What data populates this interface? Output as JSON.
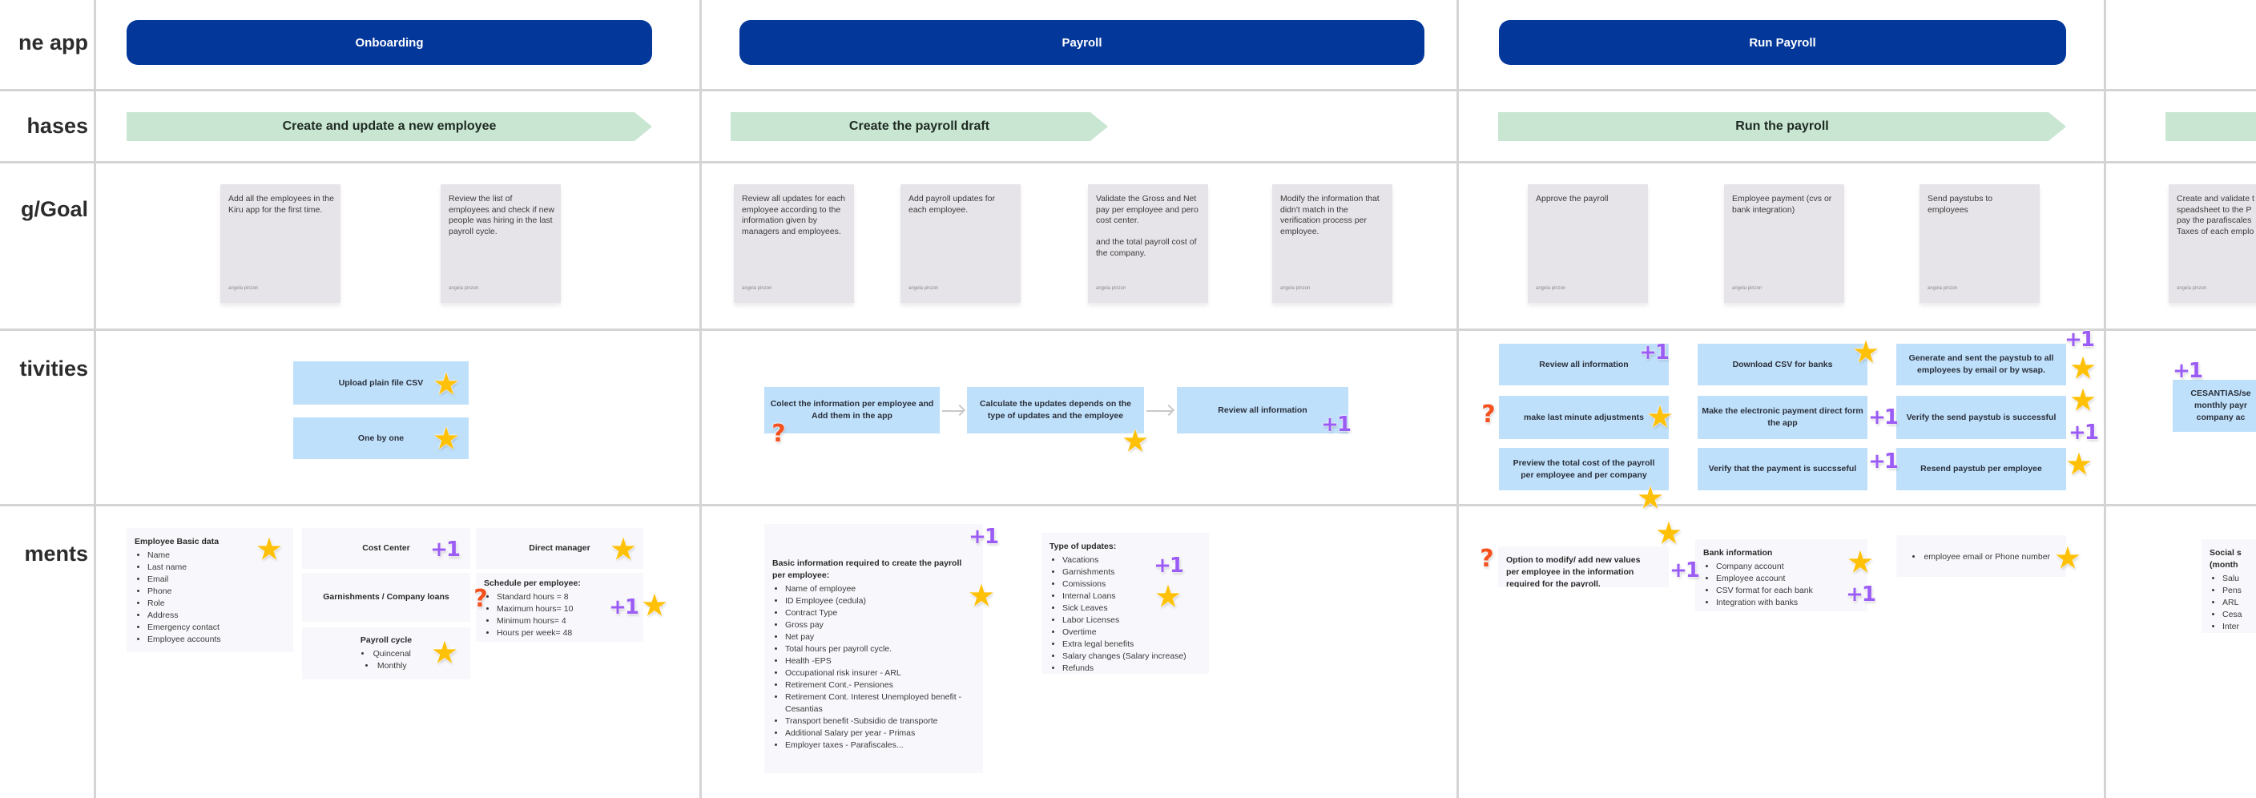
{
  "row_labels": [
    "ne app",
    "hases",
    "g/Goal",
    "tivities",
    "ments"
  ],
  "stickers": {
    "star": "★",
    "plus_one": "+1",
    "question": "?"
  },
  "colors": {
    "stage": "#03379a",
    "phase": "#c9e6d2",
    "goal_card": "#e6e4e8",
    "activity": "#bfe0fb",
    "requirement": "#f8f7fb",
    "star": "#ffc107",
    "plus_one": "#9b5cf6",
    "question": "#f4511e"
  },
  "stages": [
    {
      "label": "Onboarding"
    },
    {
      "label": "Payroll"
    },
    {
      "label": "Run Payroll"
    }
  ],
  "phases": [
    {
      "label": "Create and update a new employee"
    },
    {
      "label": "Create the payroll draft"
    },
    {
      "label": "Run the payroll"
    },
    {
      "label": ""
    }
  ],
  "goals": [
    {
      "text": "Add all the employees in the Kiru app for the first time.",
      "author": "angela pinzon"
    },
    {
      "text": "Review the list of employees and check if new people was hiring in the last payroll cycle.",
      "author": "angela pinzon"
    },
    {
      "text": "Review all updates for each employee according to the information given by managers and employees.",
      "author": "angela pinzon"
    },
    {
      "text": "Add payroll updates for each employee.",
      "author": "angela pinzon"
    },
    {
      "text": "Validate the Gross and Net pay per employee and pero cost center.\n\nand the total payroll cost of the company.",
      "author": "angela pinzon"
    },
    {
      "text": "Modify the information that didn't match in the verification process per employee.",
      "author": "angela pinzon"
    },
    {
      "text": "Approve the payroll",
      "author": "angela pinzon"
    },
    {
      "text": "Employee  payment (cvs or bank integration)",
      "author": "angela pinzon"
    },
    {
      "text": "Send paystubs to employees",
      "author": "angela pinzon"
    },
    {
      "text": "Create and validate t\nspeadsheet to the P\npay the parafiscales\nTaxes of each emplo",
      "author": "angela pinzon"
    }
  ],
  "activities": [
    {
      "text": "Upload plain file CSV"
    },
    {
      "text": "One by one"
    },
    {
      "text": "Colect the information per employee and\nAdd them  in the app"
    },
    {
      "text": "Calculate the updates depends on the\ntype of updates and the employee"
    },
    {
      "text": "Review all information"
    },
    {
      "text": "Review all information"
    },
    {
      "text": "make last minute adjustments"
    },
    {
      "text": "Preview the total cost of the payroll\nper employee and per company"
    },
    {
      "text": "Download CSV for banks"
    },
    {
      "text": "Make the electronic payment direct form\nthe app"
    },
    {
      "text": "Verify that the payment is succsseful"
    },
    {
      "text": "Generate and sent the paystub to all\nemployees by email or by wsap."
    },
    {
      "text": "Verify the send paystub is successful"
    },
    {
      "text": "Resend paystub per employee"
    },
    {
      "text": "CESANTIAS/se\nmonthly payr\ncompany ac"
    }
  ],
  "requirements": [
    {
      "title": "Employee Basic data",
      "items": [
        "Name",
        "Last name",
        "Email",
        "Phone",
        "Role",
        "Address",
        "Emergency contact",
        "Employee accounts"
      ]
    },
    {
      "title": "Cost Center",
      "items": []
    },
    {
      "title": "Direct manager",
      "items": []
    },
    {
      "title": "Garnishments / Company loans",
      "items": []
    },
    {
      "title": "Payroll cycle",
      "items": [
        "Quincenal",
        "Monthly"
      ]
    },
    {
      "title": "Schedule per employee:",
      "items": [
        "Standard hours = 8",
        "Maximum hours= 10",
        "Minimum hours= 4",
        "Hours per week= 48"
      ]
    },
    {
      "title": "Basic information required to create the payroll per employee:",
      "items": [
        "Name of employee",
        "ID Employee (cedula)",
        "Contract Type",
        "Gross pay",
        "Net pay",
        "Total hours per payroll cycle.",
        "Health -EPS",
        "Occupational risk insurer - ARL",
        "Retirement Cont.- Pensiones",
        "Retirement Cont. Interest Unemployed benefit -Cesantias",
        "Transport benefit -Subsidio de transporte",
        "Additional  Salary per year - Primas",
        "Employer taxes - Parafiscales..."
      ]
    },
    {
      "title": "Type of updates:",
      "items": [
        "Vacations",
        "Garnishments",
        "Comissions",
        "Internal Loans",
        "Sick Leaves",
        "Labor Licenses",
        "Overtime",
        "Extra legal benefits",
        "Salary changes (Salary increase)",
        "Refunds"
      ]
    },
    {
      "title": "Option to modify/ add new values per employee in the information required for the payroll.",
      "items": []
    },
    {
      "title": "Bank information",
      "items": [
        "Company account",
        "Employee account",
        "CSV format for each bank",
        "Integration with banks"
      ]
    },
    {
      "title": "",
      "items": [
        "employee email or Phone number"
      ]
    },
    {
      "title": "Social s\n(month",
      "items": [
        "Salu",
        "Pens",
        "ARL",
        "Cesa",
        "Inter"
      ]
    }
  ]
}
